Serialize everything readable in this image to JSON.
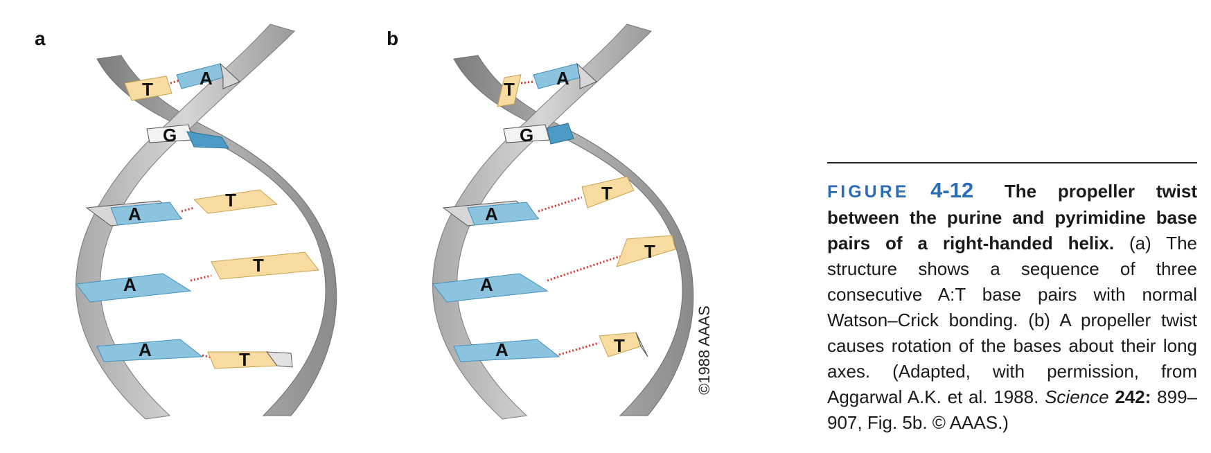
{
  "panels": {
    "a": {
      "label": "a",
      "pairs": [
        {
          "left": "T",
          "right": "A"
        },
        {
          "left": "G",
          "right": ""
        },
        {
          "left": "A",
          "right": "T"
        },
        {
          "left": "A",
          "right": "T"
        },
        {
          "left": "A",
          "right": "T"
        }
      ]
    },
    "b": {
      "label": "b",
      "pairs": [
        {
          "left": "T",
          "right": "A"
        },
        {
          "left": "G",
          "right": ""
        },
        {
          "left": "A",
          "right": "T"
        },
        {
          "left": "A",
          "right": "T"
        },
        {
          "left": "A",
          "right": "T"
        }
      ]
    }
  },
  "copyright_vertical": "©1988 AAAS",
  "caption": {
    "figure_word": "FIGURE",
    "figure_number": "4-12",
    "title": "The propeller twist between the purine and pyrimidine base pairs of a right-handed helix.",
    "body": "(a) The structure shows a sequence of three consecutive A:T base pairs with normal Watson–Crick bonding. (b) A propeller twist causes rotation of the bases about their long axes. (Adapted, with permission, from Aggarwal A.K. et al. 1988.",
    "journal": "Science",
    "volume": "242:",
    "pages": "899–907, Fig. 5b. © AAAS.)"
  },
  "colors": {
    "backbone_light": "#c9c9c9",
    "backbone_dark": "#8e8e8e",
    "purine_blue": "#8cc4e0",
    "blue_dark": "#3f8fba",
    "pyrimidine_yellow": "#f7dba0",
    "hbond_red": "#d9342b",
    "caption_blue": "#2a6db5"
  }
}
